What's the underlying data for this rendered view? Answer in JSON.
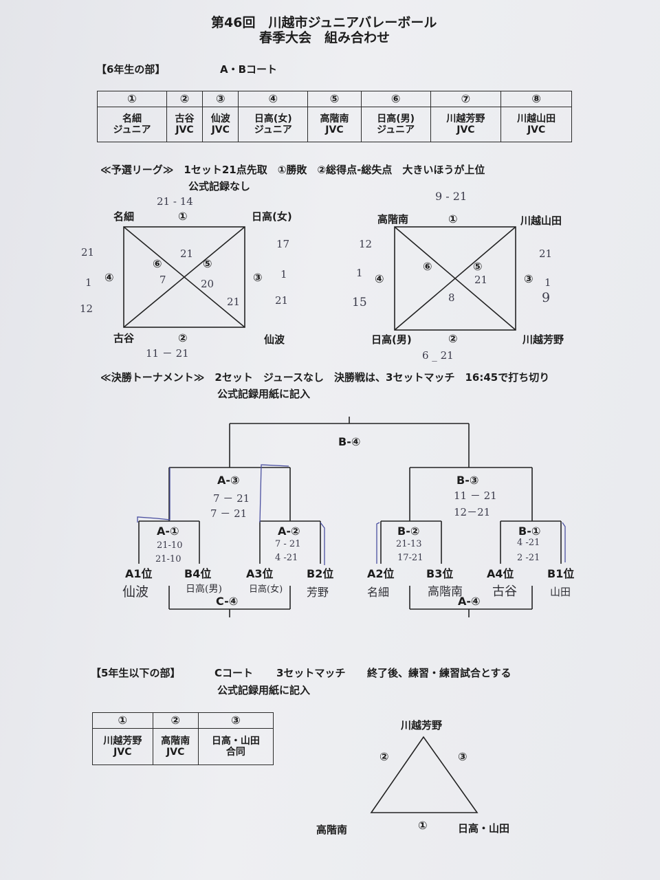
{
  "header": {
    "title1": "第46回　川越市ジュニアバレーボール",
    "title2": "春季大会　組み合わせ"
  },
  "grade6": {
    "section": "【6年生の部】",
    "court": "A・Bコート",
    "teams": [
      {
        "num": "①",
        "l1": "名細",
        "l2": "ジュニア"
      },
      {
        "num": "②",
        "l1": "古谷",
        "l2": "JVC"
      },
      {
        "num": "③",
        "l1": "仙波",
        "l2": "JVC"
      },
      {
        "num": "④",
        "l1": "日高(女)",
        "l2": "ジュニア"
      },
      {
        "num": "⑤",
        "l1": "高階南",
        "l2": "JVC"
      },
      {
        "num": "⑥",
        "l1": "日高(男)",
        "l2": "ジュニア"
      },
      {
        "num": "⑦",
        "l1": "川越芳野",
        "l2": "JVC"
      },
      {
        "num": "⑧",
        "l1": "川越山田",
        "l2": "JVC"
      }
    ],
    "league_title": "≪予選リーグ≫　1セット21点先取　①勝敗　②総得点-総失点　大きいほうが上位",
    "league_note": "公式記録なし",
    "poolA": {
      "tl": "名細",
      "tr": "日高(女)",
      "bl": "古谷",
      "br": "仙波",
      "m1": "①",
      "m2": "②",
      "m3": "③",
      "m4": "④",
      "m5": "⑤",
      "m6": "⑥",
      "s_top": "21 - 14",
      "s_bottom": "11 － 21",
      "s_left1": "21",
      "s_left2": "1",
      "s_left3": "12",
      "s_right1": "17",
      "s_right2": "1",
      "s_right3": "21",
      "s_d1": "21",
      "s_d2": "7",
      "s_d3": "20",
      "s_d4": "21"
    },
    "poolB": {
      "tl": "高階南",
      "tr": "川越山田",
      "bl": "日高(男)",
      "br": "川越芳野",
      "m1": "①",
      "m2": "②",
      "m3": "③",
      "m4": "④",
      "m5": "⑤",
      "m6": "⑥",
      "s_top": "9 - 21",
      "s_bottom": "6 _ 21",
      "s_left1": "12",
      "s_left2": "1",
      "s_left3": "15",
      "s_right1": "21",
      "s_right2": "1",
      "s_right3": "9",
      "s_d1": "21",
      "s_d2": "8"
    },
    "tournament_title": "≪決勝トーナメント≫　2セット　ジュースなし　決勝戦は、3セットマッチ　16:45で打ち切り",
    "tournament_note": "公式記録用紙に記入",
    "bracket": {
      "final": "B-④",
      "left_semi": "A-③",
      "left_semi_s1": "7 － 21",
      "left_semi_s2": "7 － 21",
      "right_semi": "B-③",
      "right_semi_s1": "11 － 21",
      "right_semi_s2": "12－21",
      "q1": "A-①",
      "q1_s1": "21-10",
      "q1_s2": "21-10",
      "q2": "A-②",
      "q2_s1": "7 - 21",
      "q2_s2": "4 -21",
      "q3": "B-②",
      "q3_s1": "21-13",
      "q3_s2": "17-21",
      "q4": "B-①",
      "q4_s1": "4 -21",
      "q4_s2": "2 -21",
      "seeds": [
        "A1位",
        "B4位",
        "A3位",
        "B2位",
        "A2位",
        "B3位",
        "A4位",
        "B1位"
      ],
      "names": [
        "仙波",
        "日高(男)",
        "日高(女)",
        "芳野",
        "名細",
        "高階南",
        "古谷",
        "山田"
      ],
      "left_third": "C-④",
      "right_third": "A-④"
    }
  },
  "grade5": {
    "section": "【5年生以下の部】",
    "court": "Cコート",
    "match": "3セットマッチ",
    "after": "終了後、練習・練習試合とする",
    "note": "公式記録用紙に記入",
    "teams": [
      {
        "num": "①",
        "l1": "川越芳野",
        "l2": "JVC"
      },
      {
        "num": "②",
        "l1": "高階南",
        "l2": "JVC"
      },
      {
        "num": "③",
        "l1": "日高・山田",
        "l2": "合同"
      }
    ],
    "tri_top": "川越芳野",
    "tri_left": "高階南",
    "tri_right": "日高・山田",
    "tri_m1": "①",
    "tri_m2": "②",
    "tri_m3": "③"
  }
}
